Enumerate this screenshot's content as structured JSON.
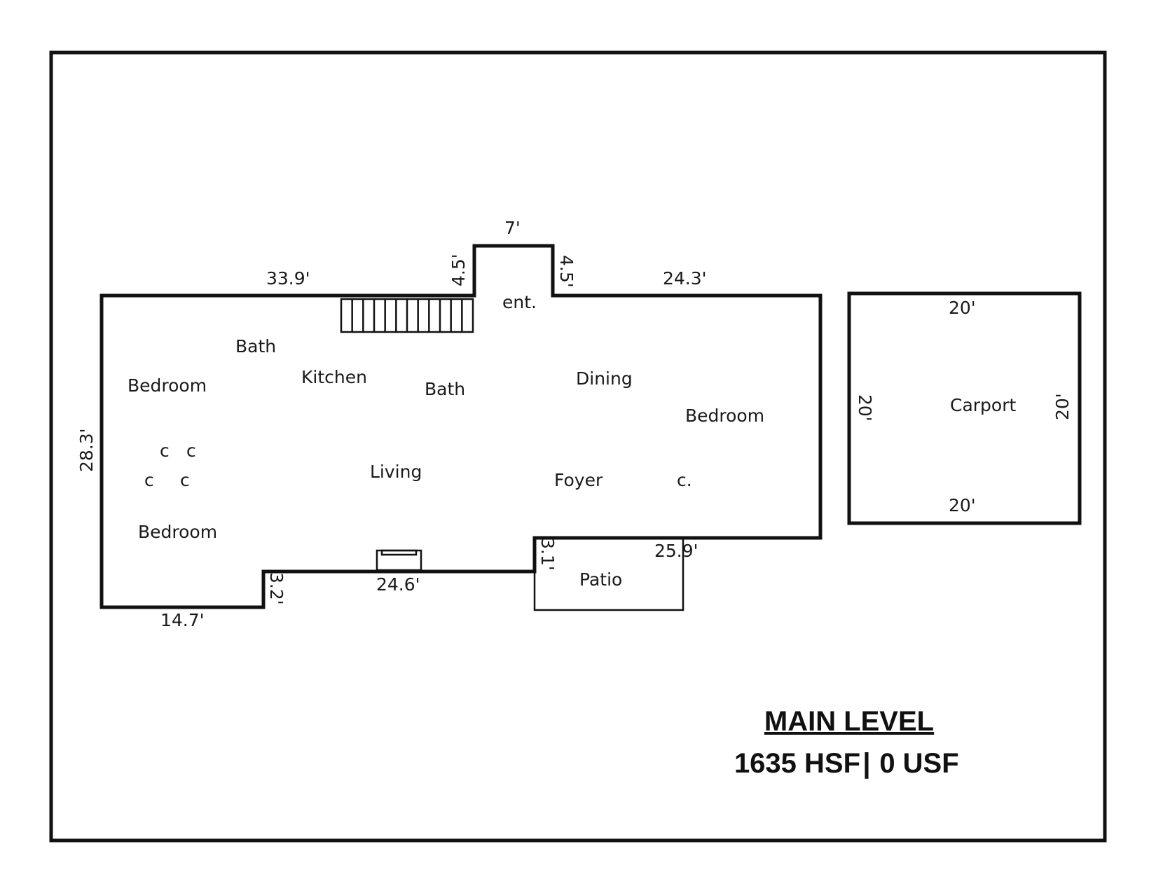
{
  "rooms": {
    "bath_upper": "Bath",
    "bedroom_left_upper": "Bedroom",
    "kitchen": "Kitchen",
    "bath_center": "Bath",
    "dining": "Dining",
    "bedroom_right": "Bedroom",
    "living": "Living",
    "foyer": "Foyer",
    "closet": "c.",
    "bedroom_left_lower": "Bedroom",
    "entry": "ent.",
    "patio": "Patio",
    "carport": "Carport",
    "closet_markers": [
      "c",
      "c",
      "c",
      "c"
    ]
  },
  "dimensions": {
    "top_left": "33.9'",
    "entry_left": "4.5'",
    "entry_top": "7'",
    "entry_right": "4.5'",
    "top_right": "24.3'",
    "left": "28.3'",
    "patio_left": "3.1'",
    "bottom_right": "25.9'",
    "bottom_middle": "24.6'",
    "step": "3.2'",
    "bottom_left": "14.7'",
    "carport_top": "20'",
    "carport_left": "20'",
    "carport_right": "20'",
    "carport_bottom": "20'"
  },
  "summary": {
    "level": "MAIN LEVEL",
    "heated_sf": "1635 HSF",
    "separator": "|",
    "unheated_sf": "0 USF"
  }
}
